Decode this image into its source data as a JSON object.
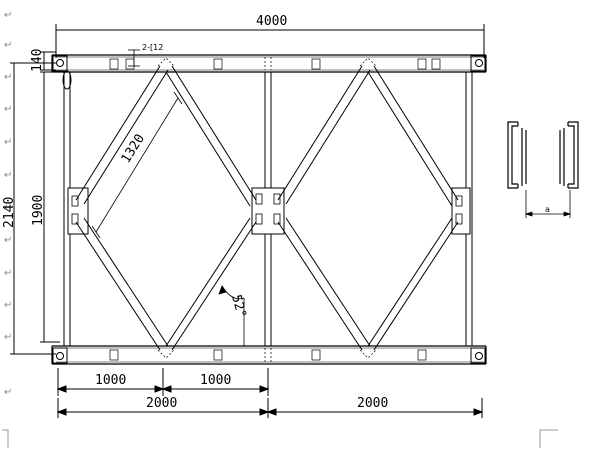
{
  "drawing": {
    "overall_width": "4000",
    "half_width_left": "2000",
    "half_width_right": "2000",
    "quarter_1": "1000",
    "quarter_2": "1000",
    "total_height": "2140",
    "inner_height": "1900",
    "chord_height": "140",
    "diagonal_length": "1320",
    "angle": "52°",
    "chord_spec": "2-[12",
    "section_dim": "a"
  },
  "margin_marks": {
    "symbol": "↵",
    "count": 12
  }
}
